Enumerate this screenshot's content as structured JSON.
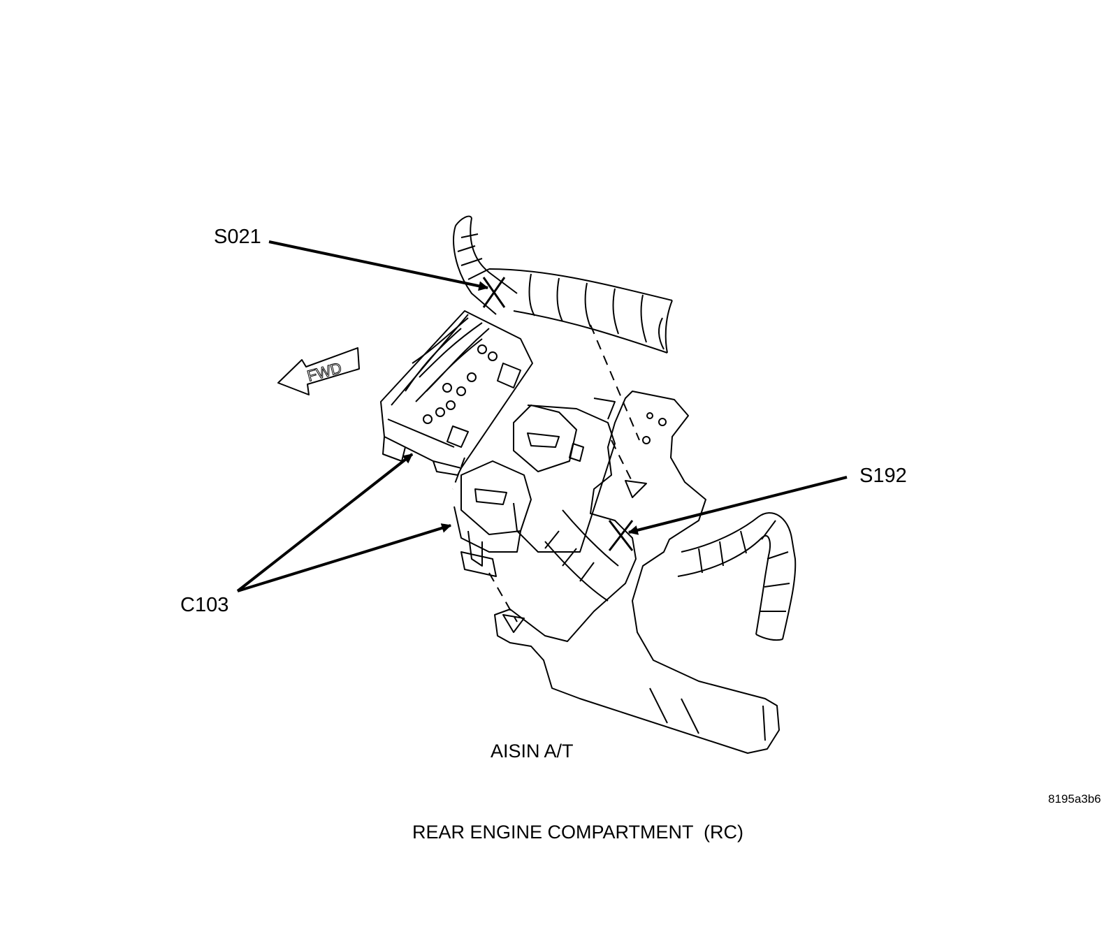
{
  "callouts": {
    "s021": "S021",
    "s192": "S192",
    "c103": "C103"
  },
  "direction_arrow": "FWD",
  "component_caption": "AISIN A/T",
  "reference_code": "8195a3b6",
  "title": "REAR ENGINE COMPARTMENT  (RC)",
  "colors": {
    "line": "#000000",
    "background": "#ffffff"
  }
}
